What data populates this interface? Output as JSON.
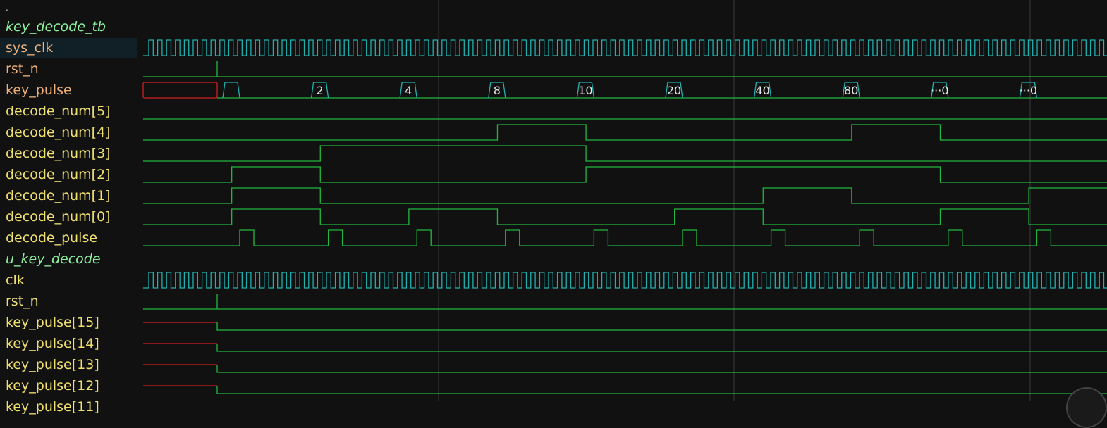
{
  "header_mark": ".",
  "colors": {
    "background": "#111111",
    "scope": "#8ff0a0",
    "name_input": "#f0b07a",
    "name_signal": "#f0e070",
    "wave_low": "#22b840",
    "wave_high": "#20b0b0",
    "wave_unknown": "#d02020",
    "cursor_line": "#3a3a3a"
  },
  "signals": [
    {
      "label": "key_decode_tb",
      "kind": "scope"
    },
    {
      "label": "sys_clk",
      "kind": "clock",
      "class": "input",
      "highlight": true
    },
    {
      "label": "rst_n",
      "kind": "bit",
      "class": "input",
      "edges": [
        0,
        1
      ],
      "init": 0
    },
    {
      "label": "key_pulse",
      "kind": "bus",
      "class": "input",
      "values": [
        "",
        "2",
        "4",
        "8",
        "10",
        "20",
        "40",
        "80",
        "···0",
        "···0"
      ]
    },
    {
      "label": "decode_num[5]",
      "kind": "bit",
      "class": "signal",
      "init": 0,
      "edges": []
    },
    {
      "label": "decode_num[4]",
      "kind": "bit",
      "class": "signal",
      "init": 0,
      "edges": [
        4,
        5,
        8,
        9
      ]
    },
    {
      "label": "decode_num[3]",
      "kind": "bit",
      "class": "signal",
      "init": 0,
      "edges": [
        2,
        5
      ]
    },
    {
      "label": "decode_num[2]",
      "kind": "bit",
      "class": "signal",
      "init": 0,
      "edges": [
        1,
        2,
        5,
        9
      ]
    },
    {
      "label": "decode_num[1]",
      "kind": "bit",
      "class": "signal",
      "init": 0,
      "edges": [
        1,
        2,
        7,
        8,
        10
      ]
    },
    {
      "label": "decode_num[0]",
      "kind": "bit",
      "class": "signal",
      "init": 0,
      "edges": [
        1,
        2,
        3,
        4,
        6,
        7,
        9,
        10
      ]
    },
    {
      "label": "decode_pulse",
      "kind": "pulse",
      "class": "signal"
    },
    {
      "label": "u_key_decode",
      "kind": "scope"
    },
    {
      "label": "clk",
      "kind": "clock",
      "class": "signal"
    },
    {
      "label": "rst_n",
      "kind": "bit",
      "class": "signal",
      "edges": [
        0,
        1
      ],
      "init": 0
    },
    {
      "label": "key_pulse[15]",
      "kind": "xlow",
      "class": "signal"
    },
    {
      "label": "key_pulse[14]",
      "kind": "xlow",
      "class": "signal"
    },
    {
      "label": "key_pulse[13]",
      "kind": "xlow",
      "class": "signal"
    },
    {
      "label": "key_pulse[12]",
      "kind": "xlow",
      "class": "signal"
    },
    {
      "label": "key_pulse[11]",
      "kind": "xlow",
      "class": "signal"
    }
  ]
}
